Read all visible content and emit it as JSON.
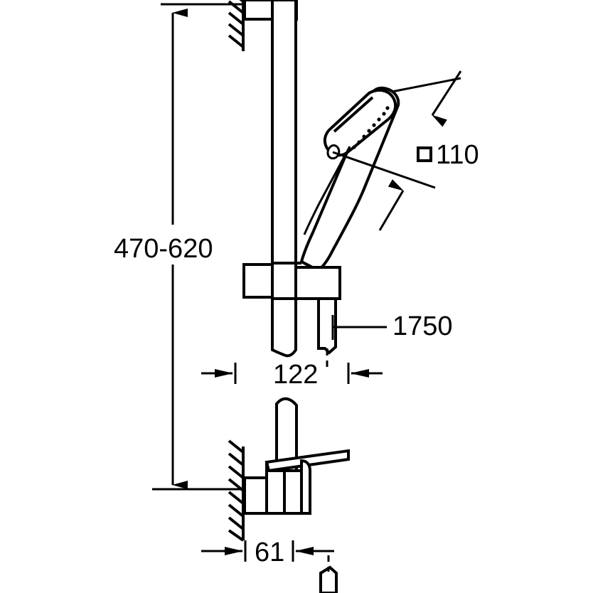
{
  "drawing": {
    "title": "Shower rail set technical dimension drawing",
    "units": "mm",
    "line_color": "#000000",
    "background_color": "#ffffff"
  },
  "dimensions": {
    "rail_height": {
      "value": "470-620",
      "name": "rail-adjustable-height"
    },
    "shower_head_size": {
      "value": "110",
      "symbol": "square",
      "name": "shower-head-width"
    },
    "hose_length": {
      "value": "1750",
      "name": "hose-length"
    },
    "bracket_projection_upper": {
      "value": "122",
      "name": "upper-projection"
    },
    "bracket_projection_lower": {
      "value": "61",
      "name": "lower-projection"
    }
  },
  "parts": {
    "slide_rail": "slide-rail",
    "hand_shower": "hand-shower",
    "shower_holder": "shower-holder-bracket",
    "wall_bracket_top": "wall-bracket-top",
    "wall_bracket_bottom": "wall-bracket-bottom",
    "shower_hose": "shower-hose",
    "wall_hatching_top": "wall-hatching-top",
    "wall_hatching_bottom": "wall-hatching-bottom"
  }
}
